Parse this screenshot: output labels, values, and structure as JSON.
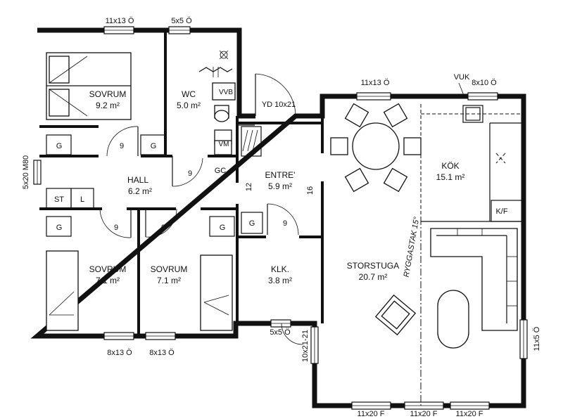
{
  "rooms": {
    "sovrum_top": {
      "name": "SOVRUM",
      "area": "9.2 m²"
    },
    "wc": {
      "name": "WC",
      "area": "5.0 m²"
    },
    "hall": {
      "name": "HALL",
      "area": "6.2 m²"
    },
    "entre": {
      "name": "ENTRE'",
      "area": "5.9 m²"
    },
    "kok": {
      "name": "KÖK",
      "area": "15.1 m²"
    },
    "sovrum_left": {
      "name": "SOVRUM",
      "area": "7.1 m²"
    },
    "sovrum_mid": {
      "name": "SOVRUM",
      "area": "7.1 m²"
    },
    "klk": {
      "name": "KLK.",
      "area": "3.8 m²"
    },
    "storstuga": {
      "name": "STORSTUGA",
      "area": "20.7 m²"
    }
  },
  "windows": {
    "w_top_1": "11x13 Ö",
    "w_top_2": "5x5 Ö",
    "w_top_3": "11x13 Ö",
    "w_top_4": "8x10 Ö",
    "w_bot_1": "8x13 Ö",
    "w_bot_2": "8x13 Ö",
    "w_bot_3": "11x20 F",
    "w_bot_4": "11x20 F",
    "w_bot_5": "11x20 F",
    "w_left": "5x20 M80",
    "w_right": "11x5 Ö",
    "w_entry": "5x5 Ö",
    "door_side": "10x21-21"
  },
  "labels": {
    "vuk": "VUK",
    "yd": "YD 10x21",
    "vvb": "VVB",
    "vm": "VM",
    "gc": "GC",
    "kf": "K/F",
    "st": "ST",
    "l": "L",
    "g": "G",
    "n9": "9",
    "n12": "12",
    "n16": "16",
    "ryggastak": "RYGGASTAK 15°"
  }
}
